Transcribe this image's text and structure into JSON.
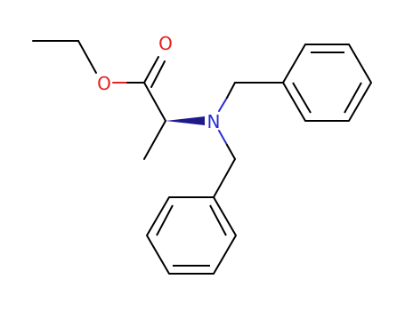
{
  "molecule": {
    "atoms": [
      {
        "id": "O_carbonyl",
        "label": "O",
        "color": "#e8201f"
      },
      {
        "id": "O_ester",
        "label": "O",
        "color": "#e8201f"
      },
      {
        "id": "N",
        "label": "N",
        "color": "#2b2bd6"
      }
    ],
    "colors": {
      "bond": "#000000",
      "oxygen": "#e8201f",
      "nitrogen": "#2b2bd6",
      "wedge": "#1f1a8c"
    }
  }
}
